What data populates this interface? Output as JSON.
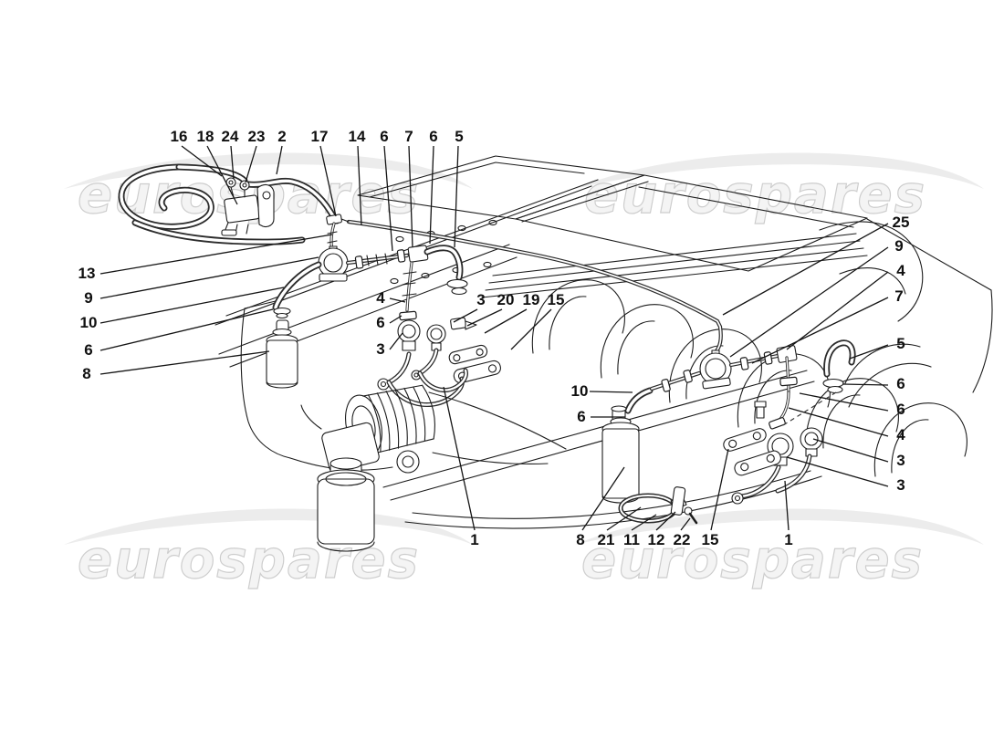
{
  "watermark": {
    "text": "eurospares",
    "color": "#f4f4f4"
  },
  "callouts": {
    "top": [
      "16",
      "18",
      "24",
      "23",
      "2",
      "17",
      "14",
      "6",
      "7",
      "6",
      "5"
    ],
    "left": [
      "13",
      "9",
      "10",
      "6",
      "8"
    ],
    "mid_column": [
      "4",
      "6",
      "3"
    ],
    "mid_row": [
      "3",
      "20",
      "19",
      "15"
    ],
    "mid_right": [
      "10",
      "6"
    ],
    "right": [
      "25",
      "9",
      "4",
      "7",
      "5",
      "6",
      "6",
      "4",
      "3",
      "3"
    ],
    "bottom": [
      "1",
      "8",
      "21",
      "11",
      "12",
      "22",
      "15",
      "1"
    ]
  }
}
